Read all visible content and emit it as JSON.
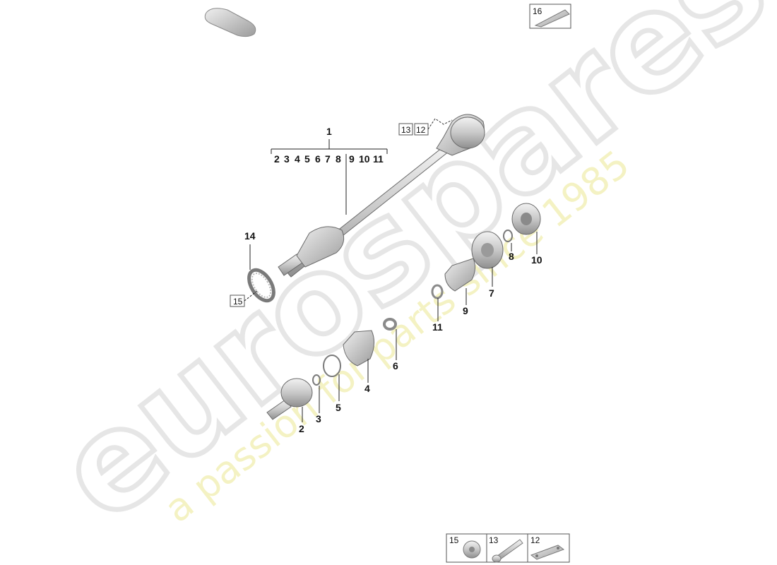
{
  "watermark": {
    "brand": "eurospares",
    "tagline": "a passion for parts since 1985"
  },
  "labels": {
    "main_assembly": "1",
    "sub_parts": [
      "2",
      "3",
      "4",
      "5",
      "6",
      "7",
      "8",
      "9",
      "10",
      "11"
    ],
    "p2": "2",
    "p3": "3",
    "p4": "4",
    "p5": "5",
    "p6": "6",
    "p7": "7",
    "p8": "8",
    "p9": "9",
    "p10": "10",
    "p11": "11",
    "p14": "14"
  },
  "boxed_refs": {
    "b13": "13",
    "b12": "12",
    "b15": "15",
    "b16": "16"
  },
  "legend": {
    "l15": "15",
    "l13": "13",
    "l12": "12"
  },
  "colors": {
    "part_fill": "#d9d9d9",
    "part_dark": "#a9a9a9",
    "watermark_grey": "#e6e6e6",
    "watermark_yellow": "#f3f1bd"
  }
}
